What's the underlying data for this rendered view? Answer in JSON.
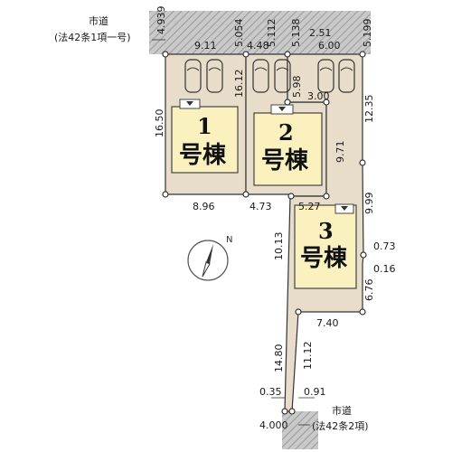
{
  "road_top": {
    "label_line1": "市道",
    "label_line2": "(法42条1項一号)"
  },
  "road_bottom": {
    "label_line1": "市道",
    "label_line2": "(法42条2項)"
  },
  "compass": {
    "label": "N"
  },
  "buildings": [
    {
      "number": "1",
      "label": "号棟"
    },
    {
      "number": "2",
      "label": "号棟"
    },
    {
      "number": "3",
      "label": "号棟"
    }
  ],
  "dimensions": {
    "road_width_left": "4.939",
    "road_width_mid1": "5.054",
    "road_width_mid2": "5.112",
    "road_width_mid3": "5.138",
    "road_width_right": "5.199",
    "lot1_top": "9.11",
    "lot1_left": "16.50",
    "lot1_inner_right": "16.12",
    "lot1_bottom": "8.96",
    "lot2_top": "4.48",
    "lot2_inner": "5.98",
    "lot2_step": "3.00",
    "lot2_right": "9.71",
    "lot2_bottom": "4.73",
    "lot3_top_a": "2.51",
    "lot3_top_b": "6.00",
    "lot3_right_upper": "12.35",
    "lot3_right_mid": "9.99",
    "lot3_step_a": "0.73",
    "lot3_step_b": "0.16",
    "lot3_right_lower": "6.76",
    "lot3_top_inner": "5.27",
    "lot3_left": "10.13",
    "lot3_bottom": "7.40",
    "flag_left": "14.80",
    "flag_right": "11.12",
    "flag_bottom_left": "0.35",
    "flag_bottom_right": "0.91",
    "road_bottom_width": "4.000"
  }
}
